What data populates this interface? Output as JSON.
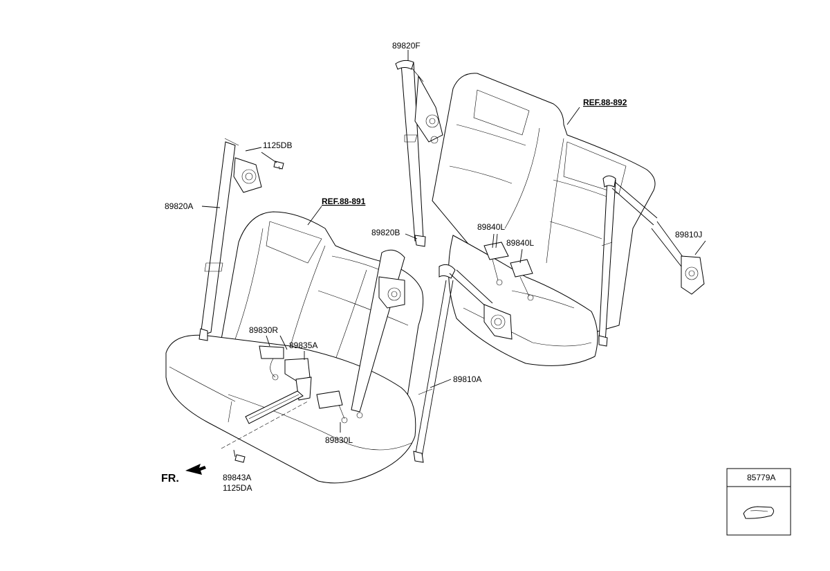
{
  "labels": {
    "p89820F": "89820F",
    "p1125DB": "1125DB",
    "p89820A": "89820A",
    "ref891": "REF.88-891",
    "ref892": "REF.88-892",
    "p89820B": "89820B",
    "p89840L_a": "89840L",
    "p89840L_b": "89840L",
    "p89810J": "89810J",
    "p89830R": "89830R",
    "p89835A": "89835A",
    "p89810A": "89810A",
    "p89830L": "89830L",
    "p89843A": "89843A",
    "p1125DA": "1125DA",
    "front": "FR.",
    "inset": "85779A"
  }
}
